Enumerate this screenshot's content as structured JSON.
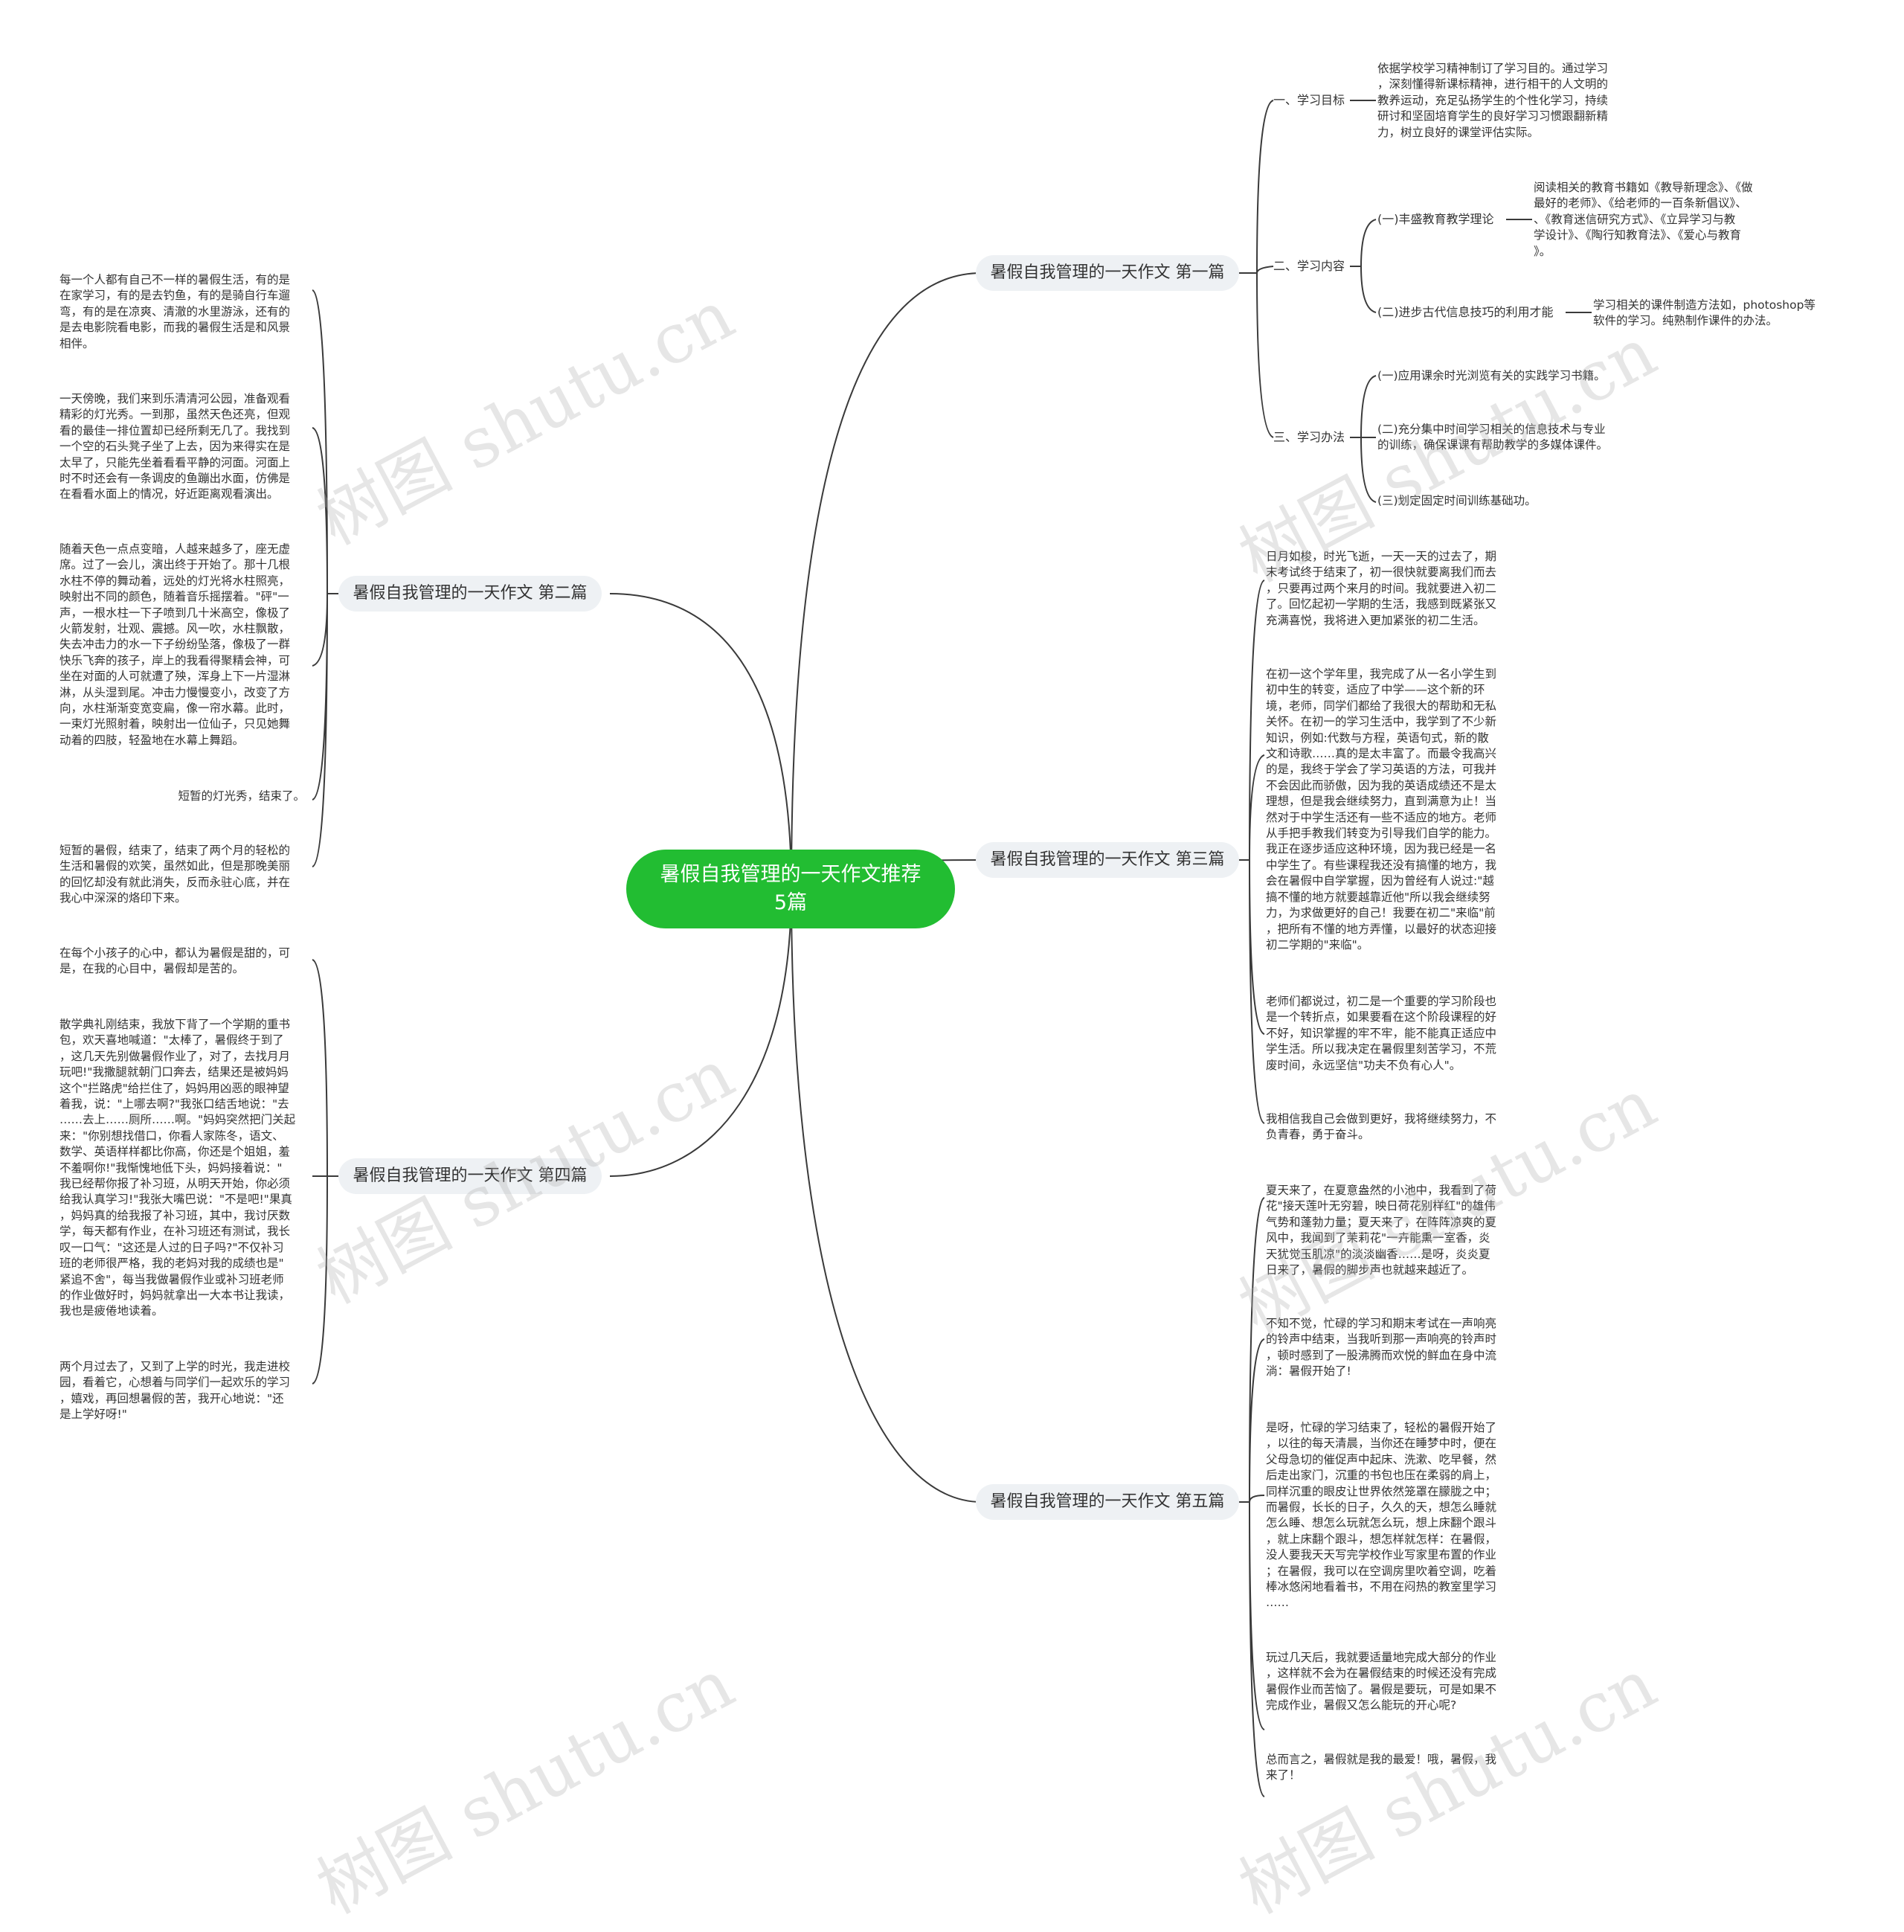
{
  "root": {
    "label": "暑假自我管理的一天作文推荐5篇"
  },
  "watermark": "树图 shutu.cn",
  "colors": {
    "root_bg": "#22bd32",
    "branch_bg": "#eef1f4",
    "line": "#3a3a3a"
  },
  "branches": {
    "b1": {
      "label": "暑假自我管理的一天作文 第一篇",
      "sections": {
        "s1": {
          "label": "一、学习目标",
          "text": "依据学校学习精神制订了学习目的。通过学习\n，深刻懂得新课标精神，进行相干的人文明的\n教养运动，充足弘扬学生的个性化学习，持续\n研讨和坚固培育学生的良好学习习惯跟翻新精\n力，树立良好的课堂评估实际。"
        },
        "s2": {
          "label": "二、学习内容",
          "items": {
            "i1": {
              "label": "(一)丰盛教育教学理论",
              "text": "阅读相关的教育书籍如《教导新理念》、《做\n最好的老师》、《给老师的一百条新倡议》、\n、《教育迷信研究方式》、《立异学习与教\n学设计》、《陶行知教育法》、《爱心与教育\n》。"
            },
            "i2": {
              "label": "(二)进步古代信息技巧的利用才能",
              "text": "学习相关的课件制造方法如，photoshop等\n软件的学习。纯熟制作课件的办法。"
            }
          }
        },
        "s3": {
          "label": "三、学习办法",
          "items": {
            "i1": "(一)应用课余时光浏览有关的实践学习书籍。",
            "i2": "(二)充分集中时间学习相关的信息技术与专业\n的训练，确保课课有帮助教学的多媒体课件。",
            "i3": "(三)划定固定时间训练基础功。"
          }
        }
      }
    },
    "b2": {
      "label": "暑假自我管理的一天作文 第二篇",
      "paras": {
        "p1": "每一个人都有自己不一样的暑假生活，有的是\n在家学习，有的是去钓鱼，有的是骑自行车遛\n弯，有的是在凉爽、清澈的水里游泳，还有的\n是去电影院看电影，而我的暑假生活是和风景\n相伴。",
        "p2": "一天傍晚，我们来到乐清清河公园，准备观看\n精彩的灯光秀。一到那，虽然天色还亮，但观\n看的最佳一排位置却已经所剩无几了。我找到\n一个空的石头凳子坐了上去，因为来得实在是\n太早了，只能先坐着看看平静的河面。河面上\n时不时还会有一条调皮的鱼蹦出水面，仿佛是\n在看看水面上的情况，好近距离观看演出。",
        "p3": "随着天色一点点变暗，人越来越多了，座无虚\n席。过了一会儿，演出终于开始了。那十几根\n水柱不停的舞动着，远处的灯光将水柱照亮，\n映射出不同的颜色，随着音乐摇摆着。\"砰\"一\n声，一根水柱一下子喷到几十米高空，像极了\n火箭发射，壮观、震撼。风一吹，水柱飘散，\n失去冲击力的水一下子纷纷坠落，像极了一群\n快乐飞奔的孩子，岸上的我看得聚精会神，可\n坐在对面的人可就遭了殃，浑身上下一片湿淋\n淋，从头湿到尾。冲击力慢慢变小，改变了方\n向，水柱渐渐变宽变扁，像一帘水幕。此时，\n一束灯光照射着，映射出一位仙子，只见她舞\n动着的四肢，轻盈地在水幕上舞蹈。",
        "p4": "短暂的灯光秀，结束了。",
        "p5": "短暂的暑假，结束了，结束了两个月的轻松的\n生活和暑假的欢笑，虽然如此，但是那晚美丽\n的回忆却没有就此消失，反而永驻心底，并在\n我心中深深的烙印下来。"
      }
    },
    "b3": {
      "label": "暑假自我管理的一天作文 第三篇",
      "paras": {
        "p1": "日月如梭，时光飞逝，一天一天的过去了，期\n末考试终于结束了，初一很快就要离我们而去\n，只要再过两个来月的时间。我就要进入初二\n了。回忆起初一学期的生活，我感到既紧张又\n充满喜悦，我将进入更加紧张的初二生活。",
        "p2": "在初一这个学年里，我完成了从一名小学生到\n初中生的转变，适应了中学——这个新的环\n境，老师，同学们都给了我很大的帮助和无私\n关怀。在初一的学习生活中，我学到了不少新\n知识，例如:代数与方程，英语句式，新的散\n文和诗歌……真的是太丰富了。而最令我高兴\n的是，我终于学会了学习英语的方法，可我并\n不会因此而骄傲，因为我的英语成绩还不是太\n理想，但是我会继续努力，直到满意为止！当\n然对于中学生活还有一些不适应的地方。老师\n从手把手教我们转变为引导我们自学的能力。\n我正在逐步适应这种环境，因为我已经是一名\n中学生了。有些课程我还没有搞懂的地方，我\n会在暑假中自学掌握，因为曾经有人说过:\"越\n搞不懂的地方就要越靠近他\"所以我会继续努\n力，为求做更好的自己！我要在初二\"来临\"前\n，把所有不懂的地方弄懂，以最好的状态迎接\n初二学期的\"来临\"。",
        "p3": "老师们都说过，初二是一个重要的学习阶段也\n是一个转折点，如果要看在这个阶段课程的好\n不好，知识掌握的牢不牢，能不能真正适应中\n学生活。所以我决定在暑假里刻苦学习，不荒\n废时间，永远坚信\"功夫不负有心人\"。",
        "p4": "我相信我自己会做到更好，我将继续努力，不\n负青春，勇于奋斗。"
      }
    },
    "b4": {
      "label": "暑假自我管理的一天作文 第四篇",
      "paras": {
        "p1": "在每个小孩子的心中，都认为暑假是甜的，可\n是，在我的心目中，暑假却是苦的。",
        "p2": "散学典礼刚结束，我放下背了一个学期的重书\n包，欢天喜地喊道：\"太棒了，暑假终于到了\n，这几天先别做暑假作业了，对了，去找月月\n玩吧!\"我撒腿就朝门口奔去，结果还是被妈妈\n这个\"拦路虎\"给拦住了，妈妈用凶恶的眼神望\n着我，说：\"上哪去啊?\"我张口结舌地说：\"去\n……去上……厕所……啊。\"妈妈突然把门关起\n来：\"你别想找借口，你看人家陈冬，语文、\n数学、英语样样都比你高，你还是个姐姐，羞\n不羞啊你!\"我惭愧地低下头，妈妈接着说：\"\n我已经帮你报了补习班，从明天开始，你必须\n给我认真学习!\"我张大嘴巴说：\"不是吧!\"果真\n，妈妈真的给我报了补习班，其中，我讨厌数\n学，每天都有作业，在补习班还有测试，我长\n叹一口气：\"这还是人过的日子吗?\"不仅补习\n班的老师很严格，我的老妈对我的成绩也是\"\n紧追不舍\"，每当我做暑假作业或补习班老师\n的作业做好时，妈妈就拿出一大本书让我读，\n我也是疲倦地读着。",
        "p3": "两个月过去了，又到了上学的时光，我走进校\n园，看着它，心想着与同学们一起欢乐的学习\n，嬉戏，再回想暑假的苦，我开心地说：\"还\n是上学好呀!\""
      }
    },
    "b5": {
      "label": "暑假自我管理的一天作文 第五篇",
      "paras": {
        "p1": "夏天来了，在夏意盎然的小池中，我看到了荷\n花\"接天莲叶无穷碧，映日荷花别样红\"的雄伟\n气势和蓬勃力量；夏天来了，在阵阵凉爽的夏\n风中，我闻到了茉莉花\"一卉能熏一室香，炎\n天犹觉玉肌凉\"的淡淡幽香……是呀，炎炎夏\n日来了，暑假的脚步声也就越来越近了。",
        "p2": "不知不觉，忙碌的学习和期末考试在一声响亮\n的铃声中结束，当我听到那一声响亮的铃声时\n，顿时感到了一股沸腾而欢悦的鲜血在身中流\n淌：暑假开始了!",
        "p3": "是呀，忙碌的学习结束了，轻松的暑假开始了\n，以往的每天清晨，当你还在睡梦中时，便在\n父母急切的催促声中起床、洗漱、吃早餐，然\n后走出家门，沉重的书包也压在柔弱的肩上，\n同样沉重的眼皮让世界依然笼罩在朦胧之中；\n而暑假，长长的日子，久久的天，想怎么睡就\n怎么睡、想怎么玩就怎么玩，想上床翻个跟斗\n，就上床翻个跟斗，想怎样就怎样：在暑假，\n没人要我天天写完学校作业写家里布置的作业\n；在暑假，我可以在空调房里吹着空调，吃着\n棒冰悠闲地看着书，不用在闷热的教室里学习\n……",
        "p4": "玩过几天后，我就要适量地完成大部分的作业\n，这样就不会为在暑假结束的时候还没有完成\n暑假作业而苦恼了。暑假是要玩，可是如果不\n完成作业，暑假又怎么能玩的开心呢?",
        "p5": "总而言之，暑假就是我的最爱！哦，暑假，我\n来了！"
      }
    }
  }
}
